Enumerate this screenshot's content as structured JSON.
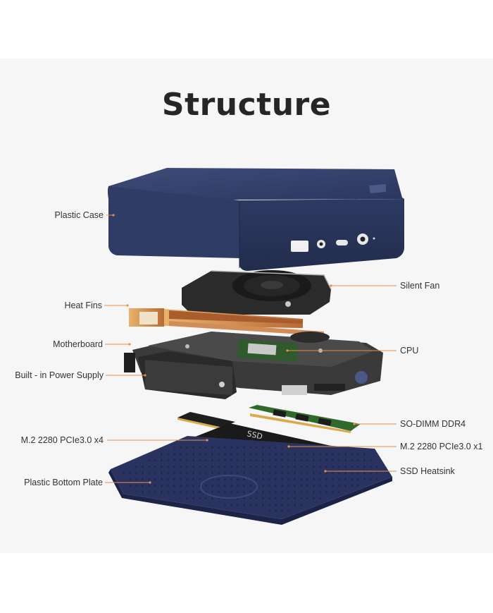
{
  "title": "Structure",
  "components": {
    "case": {
      "label": "Plastic Case"
    },
    "fan": {
      "label": "Silent Fan"
    },
    "heat_fins": {
      "label": "Heat Fins"
    },
    "motherboard": {
      "label": "Motherboard"
    },
    "cpu": {
      "label": "CPU"
    },
    "power_supply": {
      "label": "Built - in Power Supply"
    },
    "ram": {
      "label": "SO-DIMM DDR4"
    },
    "ssd_x4": {
      "label": "M.2 2280 PCIe3.0 x4"
    },
    "ssd_x1": {
      "label": "M.2 2280 PCIe3.0 x1"
    },
    "bottom_plate": {
      "label": "Plastic Bottom Plate"
    },
    "ssd_heatsink": {
      "label": "SSD Heatsink"
    }
  },
  "colors": {
    "case": "#2e3b63",
    "leader_line": "#e8904a",
    "copper": "#c9763e",
    "pcb": "#2f5a2c",
    "label_text": "#333333",
    "title_text": "#262626"
  },
  "case_ports": [
    "USB",
    "",
    "USB-C",
    ""
  ],
  "ssd_chip_text": "SSD"
}
